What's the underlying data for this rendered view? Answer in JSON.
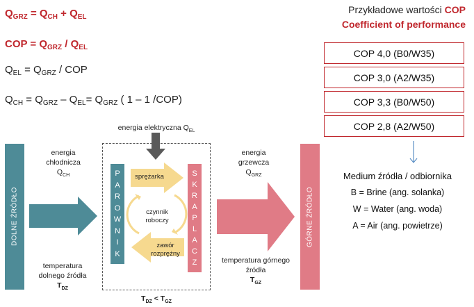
{
  "formulas": {
    "f1": {
      "a": "Q",
      "a_sub": "GRZ",
      "eq": " = Q",
      "b_sub": "CH",
      "plus": " + Q",
      "c_sub": "EL"
    },
    "f2": {
      "a": "COP = Q",
      "a_sub": "GRZ",
      "div": " / Q",
      "b_sub": "EL"
    },
    "f3": {
      "a": "Q",
      "a_sub": "EL",
      "eq": " = Q",
      "b_sub": "GRZ",
      "rest": " / COP"
    },
    "f4": {
      "a": "Q",
      "a_sub": "CH",
      "eq": " = Q",
      "b_sub": "GRZ",
      "minus": " – Q",
      "c_sub": "EL",
      "eq2": "= Q",
      "d_sub": "GRZ",
      "rest": " ( 1 – 1 /COP)"
    }
  },
  "cop_panel": {
    "title_prefix": "Przykładowe wartości ",
    "title_cop": "COP",
    "subtitle": "Coefficient of performance",
    "values": [
      "COP 4,0 (B0/W35)",
      "COP 3,0 (A2/W35)",
      "COP 3,3 (B0/W50)",
      "COP 2,8 (A2/W50)"
    ]
  },
  "legend": {
    "title": "Medium źródła / odbiornika",
    "items": [
      "B = Brine (ang. solanka)",
      "W = Water (ang. woda)",
      "A = Air (ang. powietrze)"
    ]
  },
  "diagram": {
    "electric": "energia elektryczna Q",
    "electric_sub": "EL",
    "lower_source": "DOLNE ŹRÓDŁO",
    "upper_source": "GÓRNE ŹRÓDŁO",
    "cooling_energy": [
      "energia",
      "chłodnicza"
    ],
    "cooling_q": "Q",
    "cooling_q_sub": "CH",
    "heating_energy": [
      "energia",
      "grzewcza"
    ],
    "heating_q": "Q",
    "heating_q_sub": "GRZ",
    "lower_temp": [
      "temperatura",
      "dolnego źródła"
    ],
    "lower_t": "T",
    "lower_t_sub": "DZ",
    "upper_temp": [
      "temperatura górnego",
      "źródła"
    ],
    "upper_t": "T",
    "upper_t_sub": "GZ",
    "evaporator_letters": [
      "P",
      "A",
      "R",
      "O",
      "W",
      "N",
      "I",
      "K"
    ],
    "condenser_letters": [
      "S",
      "K",
      "R",
      "A",
      "P",
      "L",
      "A",
      "C",
      "Z"
    ],
    "compressor": "sprężarka",
    "working_fluid": [
      "czynnik",
      "roboczy"
    ],
    "valve": [
      "zawór",
      "rozprężny"
    ],
    "cmp_t1": "T",
    "cmp_t1_sub": "DZ",
    "cmp_lt": " < T",
    "cmp_t2_sub": "GZ"
  },
  "colors": {
    "red": "#c0272d",
    "teal": "#4e8b97",
    "pink": "#e07b86",
    "yellow": "#f6d98f",
    "gray": "#5a5a5a"
  }
}
